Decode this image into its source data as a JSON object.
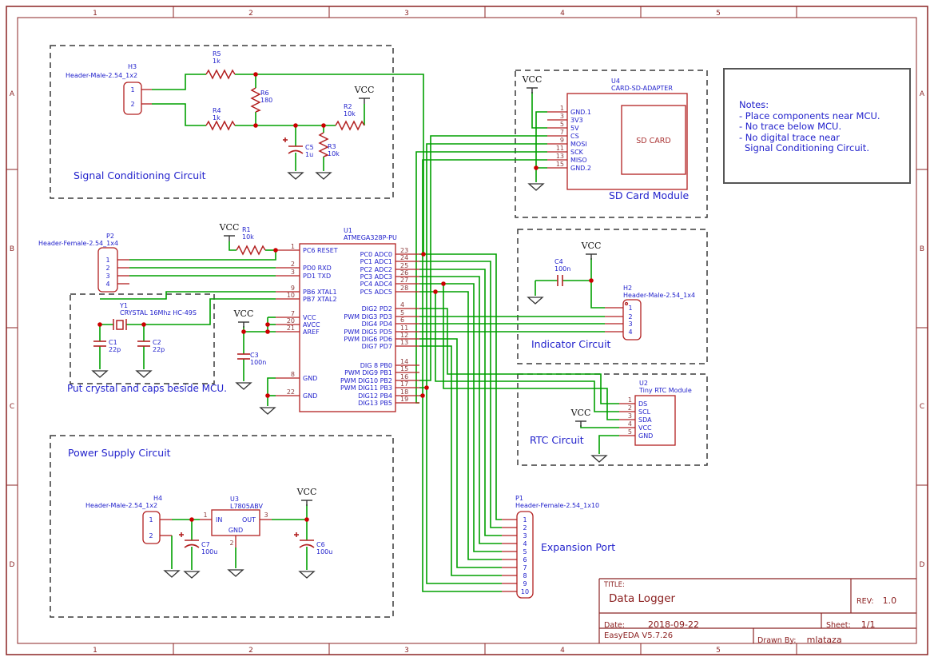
{
  "sheet": {
    "columns": [
      "1",
      "2",
      "3",
      "4",
      "5"
    ],
    "rows": [
      "A",
      "B",
      "C",
      "D"
    ]
  },
  "title_block": {
    "title_label": "TITLE:",
    "title": "Data Logger",
    "rev_label": "REV:",
    "rev": "1.0",
    "date_label": "Date:",
    "date": "2018-09-22",
    "sheet_label": "Sheet:",
    "sheet": "1/1",
    "tool": "EasyEDA V5.7.26",
    "drawn_by_label": "Drawn By:",
    "drawn_by": "mlataza"
  },
  "notes": {
    "heading": "Notes:",
    "items": [
      "- Place components near MCU.",
      "- No trace below MCU.",
      "- No digital trace near",
      "Signal Conditioning Circuit."
    ]
  },
  "section_titles": {
    "signal_conditioning": "Signal Conditioning Circuit",
    "crystal_note": "Put crystal and caps beside MCU.",
    "power_supply": "Power Supply Circuit",
    "sd_card": "SD Card Module",
    "indicator": "Indicator Circuit",
    "rtc": "RTC Circuit",
    "expansion": "Expansion Port"
  },
  "net_labels": {
    "vcc": "VCC"
  },
  "components": {
    "u1": {
      "ref": "U1",
      "part": "ATMEGA328P-PU",
      "left_pins": [
        {
          "num": "1",
          "name": "PC6 RESET"
        },
        {
          "num": "2",
          "name": "PD0 RXD"
        },
        {
          "num": "3",
          "name": "PD1 TXD"
        },
        {
          "num": "9",
          "name": "PB6 XTAL1"
        },
        {
          "num": "10",
          "name": "PB7 XTAL2"
        },
        {
          "num": "7",
          "name": "VCC"
        },
        {
          "num": "20",
          "name": "AVCC"
        },
        {
          "num": "21",
          "name": "AREF"
        },
        {
          "num": "8",
          "name": "GND"
        },
        {
          "num": "22",
          "name": "GND"
        }
      ],
      "right_pins": [
        {
          "num": "23",
          "name": "PC0 ADC0"
        },
        {
          "num": "24",
          "name": "PC1 ADC1"
        },
        {
          "num": "25",
          "name": "PC2 ADC2"
        },
        {
          "num": "26",
          "name": "PC3 ADC3"
        },
        {
          "num": "27",
          "name": "PC4 ADC4"
        },
        {
          "num": "28",
          "name": "PC5 ADC5"
        },
        {
          "num": "4",
          "name": "DIG2 PD2"
        },
        {
          "num": "5",
          "name": "PWM DIG3 PD3"
        },
        {
          "num": "6",
          "name": "DIG4 PD4"
        },
        {
          "num": "11",
          "name": "PWM DIG5 PD5"
        },
        {
          "num": "12",
          "name": "PWM DIG6 PD6"
        },
        {
          "num": "13",
          "name": "DIG7 PD7"
        },
        {
          "num": "14",
          "name": "DIG 8 PB0"
        },
        {
          "num": "15",
          "name": "PWM DIG9 PB1"
        },
        {
          "num": "16",
          "name": "PWM DIG10 PB2"
        },
        {
          "num": "17",
          "name": "PWM DIG11 PB3"
        },
        {
          "num": "18",
          "name": "DIG12 PB4"
        },
        {
          "num": "19",
          "name": "DIG13 PB5"
        }
      ]
    },
    "u2": {
      "ref": "U2",
      "part": "Tiny RTC Module",
      "pins": [
        {
          "num": "1",
          "name": "DS"
        },
        {
          "num": "2",
          "name": "SCL"
        },
        {
          "num": "3",
          "name": "SDA"
        },
        {
          "num": "4",
          "name": "VCC"
        },
        {
          "num": "5",
          "name": "GND"
        }
      ]
    },
    "u3": {
      "ref": "U3",
      "part": "L7805ABV",
      "pin_labels": {
        "in": "IN",
        "out": "OUT",
        "gnd": "GND"
      },
      "pin_nums": {
        "in": "1",
        "out": "3",
        "gnd": "2"
      }
    },
    "u4": {
      "ref": "U4",
      "part": "CARD-SD-ADAPTER",
      "inner_label": "SD CARD",
      "pins": [
        {
          "num": "1",
          "name": "GND.1"
        },
        {
          "num": "3",
          "name": "3V3"
        },
        {
          "num": "5",
          "name": "5V"
        },
        {
          "num": "7",
          "name": "CS"
        },
        {
          "num": "9",
          "name": "MOSI"
        },
        {
          "num": "11",
          "name": "SCK"
        },
        {
          "num": "13",
          "name": "MISO"
        },
        {
          "num": "15",
          "name": "GND.2"
        }
      ]
    },
    "h2": {
      "ref": "H2",
      "part": "Header-Male-2.54_1x4",
      "pins": [
        "1",
        "2",
        "3",
        "4"
      ]
    },
    "h3": {
      "ref": "H3",
      "part": "Header-Male-2.54_1x2",
      "pins": [
        "1",
        "2"
      ]
    },
    "h4": {
      "ref": "H4",
      "part": "Header-Male-2.54_1x2",
      "pins": [
        "1",
        "2"
      ]
    },
    "p1": {
      "ref": "P1",
      "part": "Header-Female-2.54_1x10",
      "pins": [
        "1",
        "2",
        "3",
        "4",
        "5",
        "6",
        "7",
        "8",
        "9",
        "10"
      ]
    },
    "p2": {
      "ref": "P2",
      "part": "Header-Female-2.54_1x4",
      "pins": [
        "1",
        "2",
        "3",
        "4"
      ]
    },
    "r1": {
      "ref": "R1",
      "value": "10k"
    },
    "r2": {
      "ref": "R2",
      "value": "10k"
    },
    "r3": {
      "ref": "R3",
      "value": "10k"
    },
    "r4": {
      "ref": "R4",
      "value": "1k"
    },
    "r5": {
      "ref": "R5",
      "value": "1k"
    },
    "r6": {
      "ref": "R6",
      "value": "180"
    },
    "c1": {
      "ref": "C1",
      "value": "22p"
    },
    "c2": {
      "ref": "C2",
      "value": "22p"
    },
    "c3": {
      "ref": "C3",
      "value": "100n"
    },
    "c4": {
      "ref": "C4",
      "value": "100n"
    },
    "c5": {
      "ref": "C5",
      "value": "1u"
    },
    "c6": {
      "ref": "C6",
      "value": "100u"
    },
    "c7": {
      "ref": "C7",
      "value": "100u"
    },
    "y1": {
      "ref": "Y1",
      "part": "CRYSTAL 16Mhz HC-49S"
    }
  },
  "colors": {
    "wire": "#00a000",
    "component": "#b22020",
    "frame": "#8b2525",
    "text_blue": "#2222cc",
    "pin_number": "#8b3a3a",
    "dot": "#cc0000",
    "sd_card_text": "#aa3333",
    "symbol": "#333333"
  }
}
